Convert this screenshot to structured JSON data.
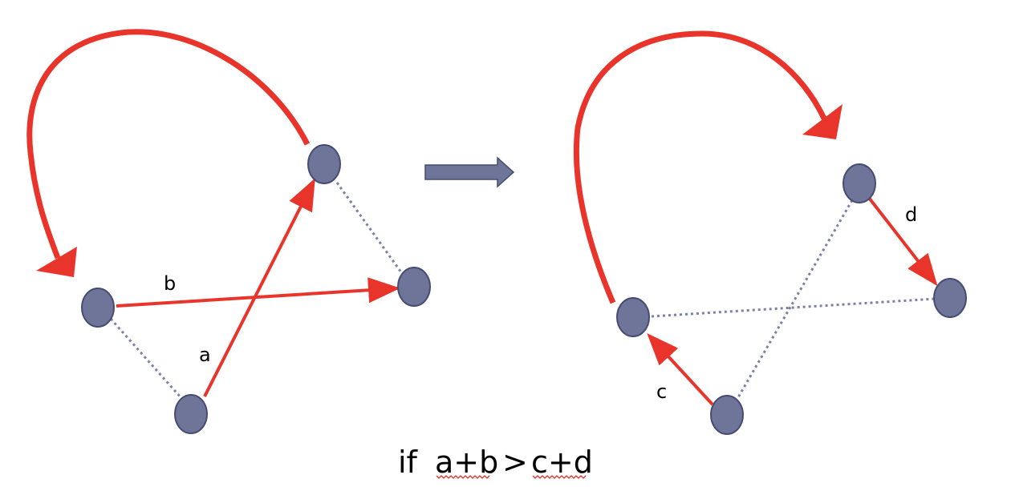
{
  "diagram": {
    "edge_labels": {
      "a": "a",
      "b": "b",
      "c": "c",
      "d": "d"
    },
    "condition": {
      "keyword": "if",
      "left_side": "a+b",
      "operator": ">",
      "right_side": "c+d"
    },
    "colors": {
      "edge": "#e8342a",
      "node": "#6f7599",
      "dotted_link": "#7a80a6",
      "transition_arrow": "#6f7599"
    }
  }
}
